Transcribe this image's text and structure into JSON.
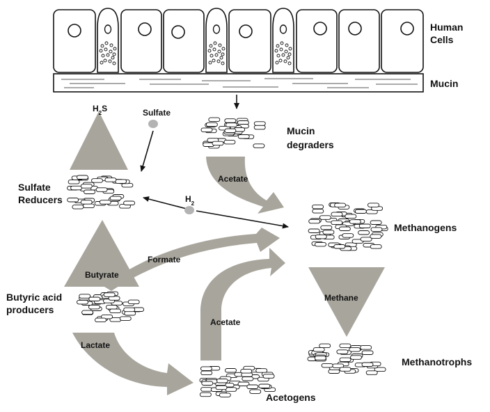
{
  "labels": {
    "human_cells": "Human Cells",
    "mucin": "Mucin",
    "mucin_degraders": "Mucin degraders",
    "sulfate": "Sulfate",
    "h2s": "H2S",
    "sulfate_reducers": "Sulfate Reducers",
    "h2": "H2",
    "methanogens": "Methanogens",
    "butyrate": "Butyrate",
    "formate": "Formate",
    "butyric_acid_producers": "Butyric acid producers",
    "lactate": "Lactate",
    "acetate_top": "Acetate",
    "acetate_bottom": "Acetate",
    "methane": "Methane",
    "methanotrophs": "Methanotrophs",
    "acetogens": "Acetogens"
  },
  "colors": {
    "flow_arrow": "#a8a59c",
    "outline": "#111111",
    "molecule_dot": "#b3b3b3"
  }
}
